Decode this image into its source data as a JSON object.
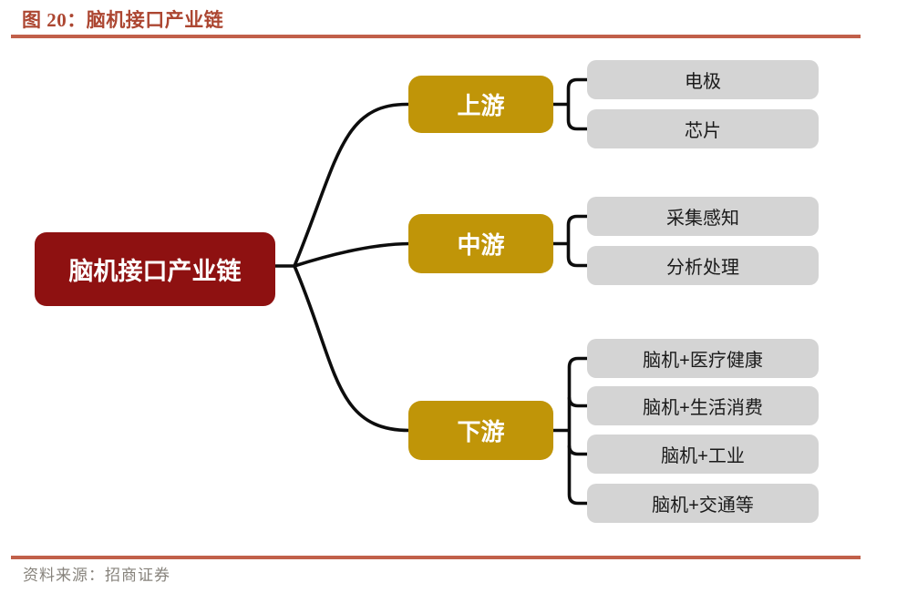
{
  "figure": {
    "title": "图 20：脑机接口产业链",
    "source_label": "资料来源：招商证券"
  },
  "colors": {
    "rule": "#C1604A",
    "title_text": "#AC4631",
    "root_fill": "#8E1111",
    "tier_fill": "#C09508",
    "leaf_fill": "#D4D4D4",
    "connector": "#0d0d0d",
    "source_text": "#87837C"
  },
  "diagram": {
    "root": {
      "label": "脑机接口产业链"
    },
    "tiers": [
      {
        "label": "上游",
        "leaves": [
          "电极",
          "芯片"
        ]
      },
      {
        "label": "中游",
        "leaves": [
          "采集感知",
          "分析处理"
        ]
      },
      {
        "label": "下游",
        "leaves": [
          "脑机+医疗健康",
          "脑机+生活消费",
          "脑机+工业",
          "脑机+交通等"
        ]
      }
    ]
  }
}
